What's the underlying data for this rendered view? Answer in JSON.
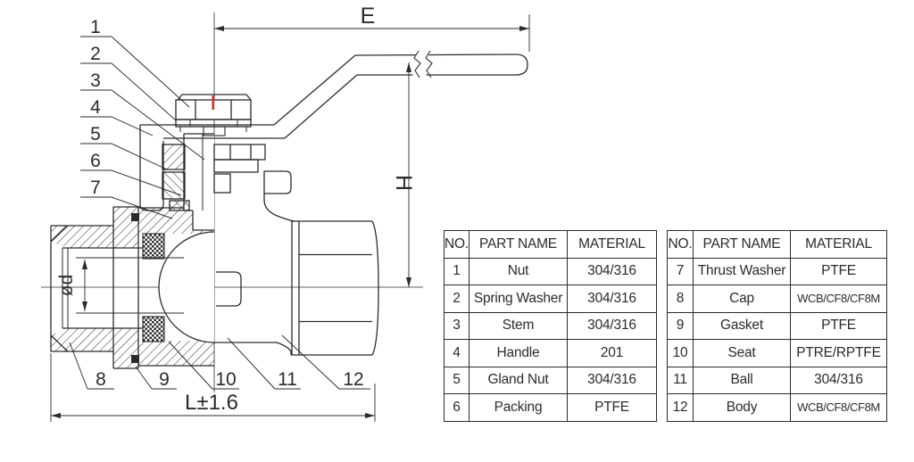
{
  "drawing": {
    "dim_labels": {
      "span": "E",
      "height": "H",
      "length": "L±1.6",
      "bore_diameter": "ød"
    },
    "callouts": [
      "1",
      "2",
      "3",
      "4",
      "5",
      "6",
      "7",
      "8",
      "9",
      "10",
      "11",
      "12"
    ]
  },
  "parts_tables": [
    {
      "headers": {
        "no": "NO.",
        "part": "PART NAME",
        "material": "MATERIAL"
      },
      "rows": [
        {
          "no": "1",
          "part": "Nut",
          "material": "304/316"
        },
        {
          "no": "2",
          "part": "Spring Washer",
          "material": "304/316"
        },
        {
          "no": "3",
          "part": "Stem",
          "material": "304/316"
        },
        {
          "no": "4",
          "part": "Handle",
          "material": "201"
        },
        {
          "no": "5",
          "part": "Gland Nut",
          "material": "304/316"
        },
        {
          "no": "6",
          "part": "Packing",
          "material": "PTFE"
        }
      ]
    },
    {
      "headers": {
        "no": "NO.",
        "part": "PART NAME",
        "material": "MATERIAL"
      },
      "rows": [
        {
          "no": "7",
          "part": "Thrust Washer",
          "material": "PTFE"
        },
        {
          "no": "8",
          "part": "Cap",
          "material": "WCB/CF8/CF8M"
        },
        {
          "no": "9",
          "part": "Gasket",
          "material": "PTFE"
        },
        {
          "no": "10",
          "part": "Seat",
          "material": "PTRE/RPTFE"
        },
        {
          "no": "11",
          "part": "Ball",
          "material": "304/316"
        },
        {
          "no": "12",
          "part": "Body",
          "material": "WCB/CF8/CF8M"
        }
      ]
    }
  ],
  "colors": {
    "line": "#2b2b2b",
    "background": "#ffffff",
    "accent_red": "#d92b20"
  }
}
